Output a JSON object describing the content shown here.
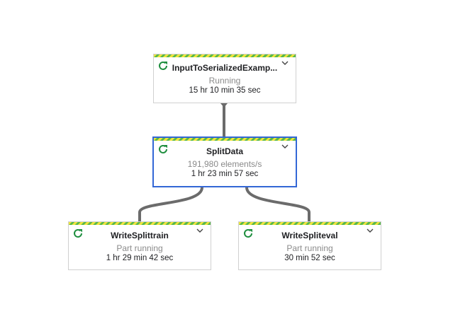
{
  "graph": {
    "nodes": [
      {
        "name": "InputToSerializedExamp...",
        "status": "Running",
        "duration": "15 hr 10 min 35 sec"
      },
      {
        "name": "SplitData",
        "status": "191,980 elements/s",
        "duration": "1 hr 23 min 57 sec"
      },
      {
        "name": "WriteSplittrain",
        "status": "Part running",
        "duration": "1 hr 29 min 42 sec"
      },
      {
        "name": "WriteSpliteval",
        "status": "Part running",
        "duration": "30 min 52 sec"
      }
    ]
  },
  "colors": {
    "running_icon": "#1e8e3e",
    "selected_border": "#3367d6",
    "edge": "#6b6b6b",
    "stripe_yellow": "#f0e43c",
    "stripe_green": "#58b94a"
  },
  "icons": {
    "status": "refresh-running-icon",
    "expand": "chevron-down-icon"
  }
}
